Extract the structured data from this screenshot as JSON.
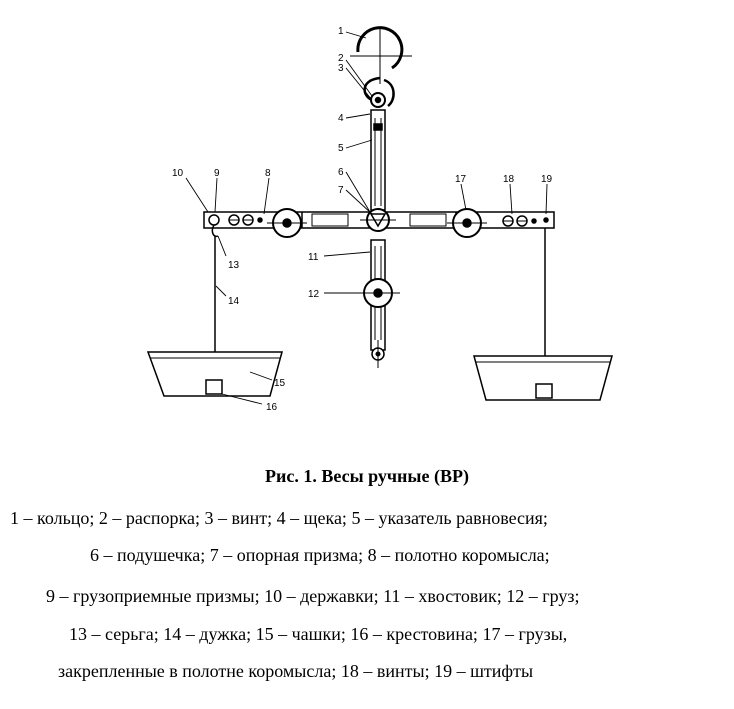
{
  "figure": {
    "part_numbers": [
      "1",
      "2",
      "3",
      "4",
      "5",
      "6",
      "7",
      "8",
      "9",
      "10",
      "11",
      "12",
      "13",
      "14",
      "15",
      "16",
      "17",
      "18",
      "19"
    ]
  },
  "caption": "Рис. 1. Весы ручные (ВР)",
  "legend_lines": [
    "1 –  кольцо; 2 – распорка; 3 – винт; 4 –  щека; 5 – указатель равновесия;",
    "6 – подушечка; 7 – опорная призма; 8 –  полотно коромысла;",
    "9 – грузоприемные призмы; 10 – державки; 11 – хвостовик; 12 –  груз;",
    "13 – серьга; 14 – дужка; 15 – чашки; 16 – крестовина; 17 –  грузы,",
    "закрепленные в полотне коромысла; 18 – винты; 19 – штифты"
  ]
}
